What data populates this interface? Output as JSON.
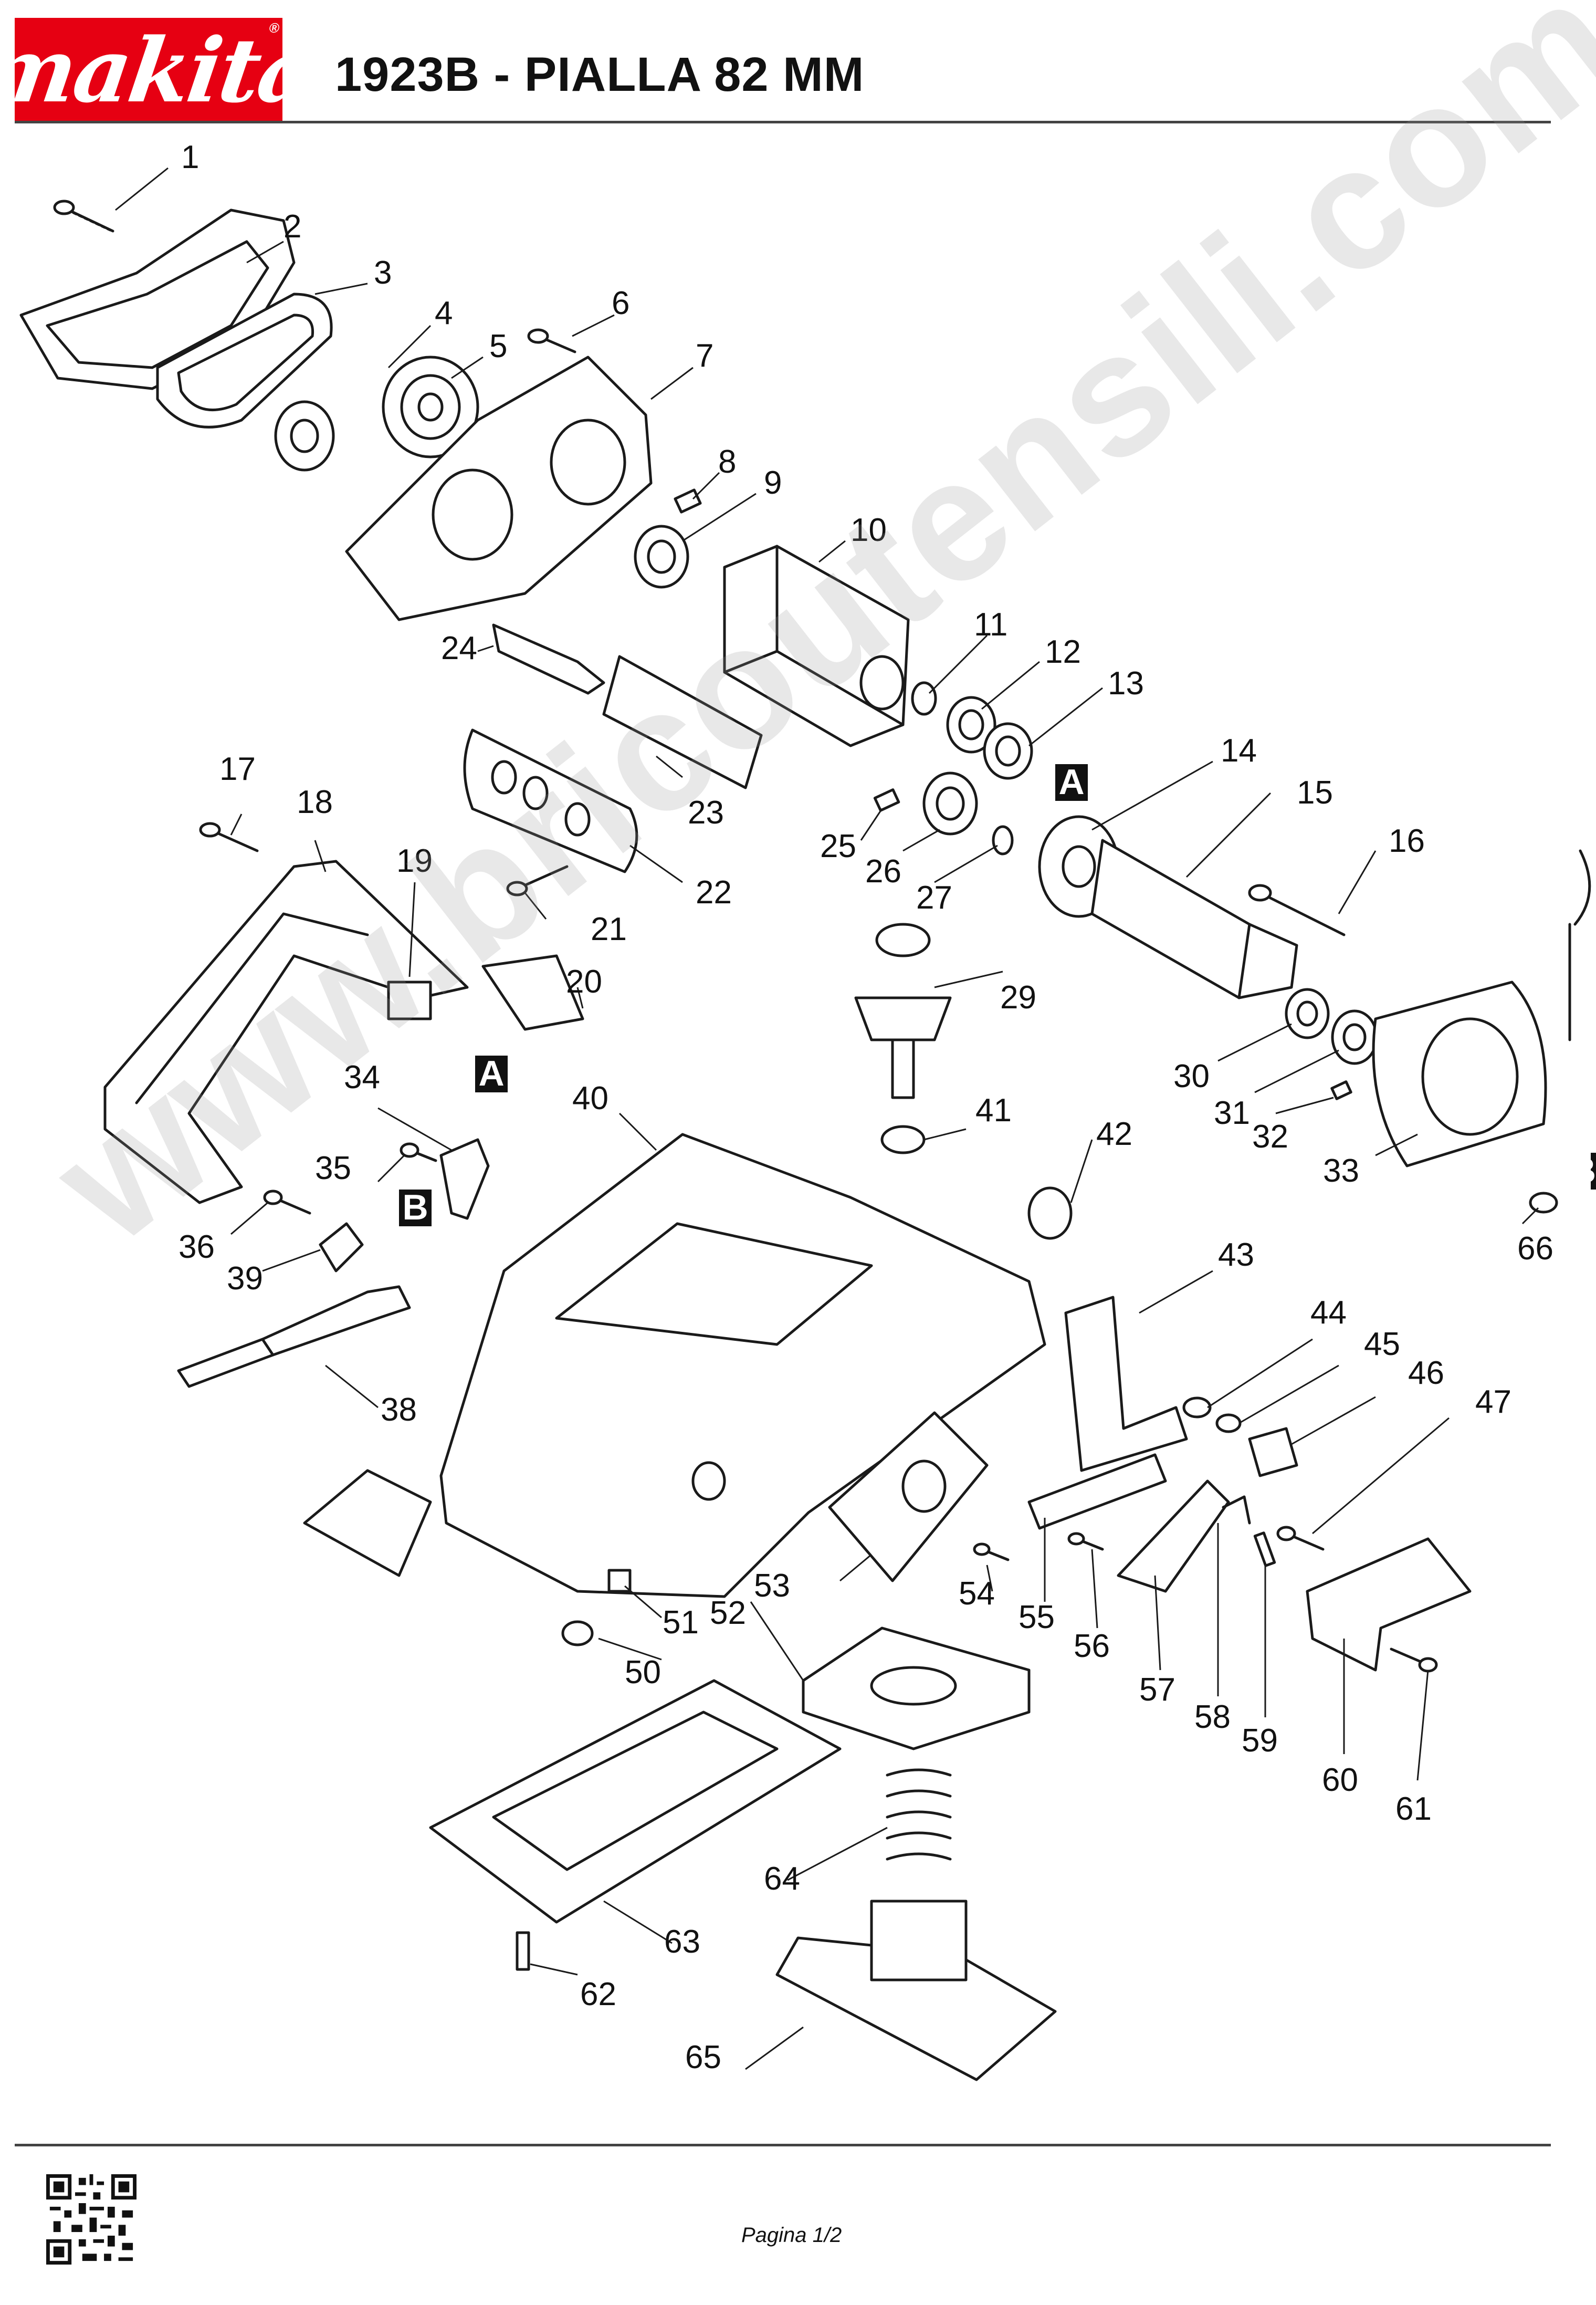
{
  "header": {
    "brand": "makita",
    "title": "1923B - PIALLA 82 MM"
  },
  "watermark": "www.bricoutensili.com",
  "callouts": [
    "1",
    "2",
    "3",
    "4",
    "5",
    "6",
    "7",
    "8",
    "9",
    "10",
    "11",
    "12",
    "13",
    "14",
    "15",
    "16",
    "17",
    "18",
    "19",
    "20",
    "21",
    "22",
    "23",
    "24",
    "25",
    "26",
    "27",
    "29",
    "30",
    "31",
    "32",
    "33",
    "34",
    "35",
    "36",
    "38",
    "39",
    "40",
    "41",
    "42",
    "43",
    "44",
    "45",
    "46",
    "47",
    "50",
    "51",
    "52",
    "53",
    "54",
    "55",
    "56",
    "57",
    "58",
    "59",
    "60",
    "61",
    "62",
    "63",
    "64",
    "65",
    "66"
  ],
  "reference_marks": [
    "A",
    "A",
    "B",
    "B"
  ],
  "footer": {
    "page": "Pagina 1/2"
  },
  "colors": {
    "brand_red": "#e60012",
    "line": "#1a1a1a"
  }
}
